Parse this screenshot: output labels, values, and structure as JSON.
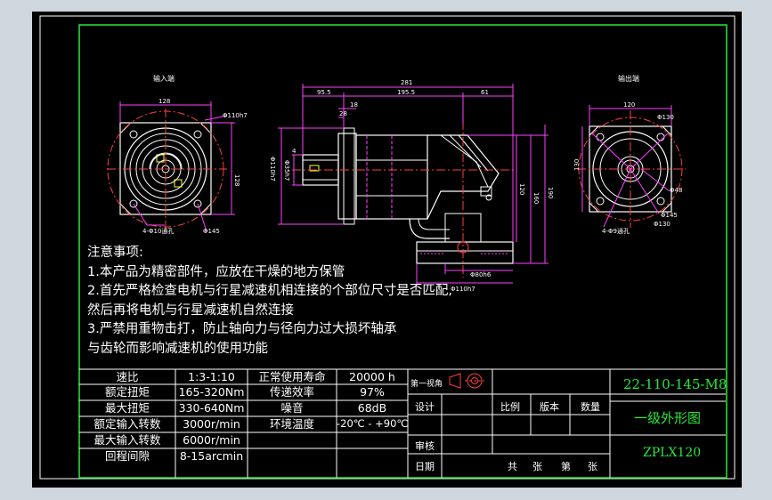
{
  "drawing": {
    "view_labels": {
      "input": "输入端",
      "output": "输出端"
    },
    "dimensions": {
      "total_length": "281",
      "len_a": "95.5",
      "len_b": "195.5",
      "len_c": "61",
      "len_d": "18",
      "len_e": "4",
      "len_f": "28",
      "left_width": "128",
      "right_width": "120",
      "dia_motor": "Φ110h7",
      "dia_shaft": "Φ35h7",
      "dia_bottom_1": "Φ80h6",
      "dia_bottom_2": "Φ110h7",
      "height_1": "120",
      "height_2": "160",
      "height_3": "190",
      "pcd_left": "Φ145",
      "pcd_right": "Φ145",
      "dia_right": "Φ130",
      "holes_left": "4-Φ10通孔",
      "holes_right": "4-Φ9通孔",
      "dim_top_right": "Φ130",
      "dim_small": "Φ48",
      "dim_left_side": "130"
    },
    "colors": {
      "frame": "#28e83a",
      "outline": "#ffffff",
      "dimension": "#ff3fff",
      "center": "#ff4040",
      "accent": "#ffff30",
      "hatch": "#ff40ff"
    }
  },
  "notes": {
    "title": "注意事项:",
    "lines": [
      "1.本产品为精密部件，应放在干燥的地方保管",
      "2.首先严格检查电机与行星减速机相连接的个部位尺寸是否匹配,",
      "然后再将电机与行星减速机自然连接",
      "3.严禁用重物击打，防止轴向力与径向力过大损坏轴承",
      "与齿轮而影响减速机的使用功能"
    ]
  },
  "specs": {
    "rows": [
      {
        "k1": "速比",
        "v1": "1:3-1:10",
        "k2": "正常使用寿命",
        "v2": "20000 h"
      },
      {
        "k1": "额定扭矩",
        "v1": "165-320Nm",
        "k2": "传递效率",
        "v2": "97%"
      },
      {
        "k1": "最大扭矩",
        "v1": "330-640Nm",
        "k2": "噪音",
        "v2": "68dB"
      },
      {
        "k1": "额定输入转数",
        "v1": "3000r/min",
        "k2": "环境温度",
        "v2": "-20℃ - +90℃"
      },
      {
        "k1": "最大输入转数",
        "v1": "6000r/min",
        "k2": "",
        "v2": ""
      },
      {
        "k1": "回程间隙",
        "v1": "8-15arcmin",
        "k2": "",
        "v2": ""
      }
    ]
  },
  "title_block": {
    "projection": "第一视角",
    "design": "设计",
    "check": "审核",
    "date": "日期",
    "scale": "比例",
    "version": "版本",
    "quantity": "数量",
    "total_sheets": "共",
    "sheets": "张",
    "page": "第",
    "page_sheets": "张",
    "drawing_no": "22-110-145-M8",
    "drawing_name": "一级外形图",
    "model": "ZPLX120"
  }
}
